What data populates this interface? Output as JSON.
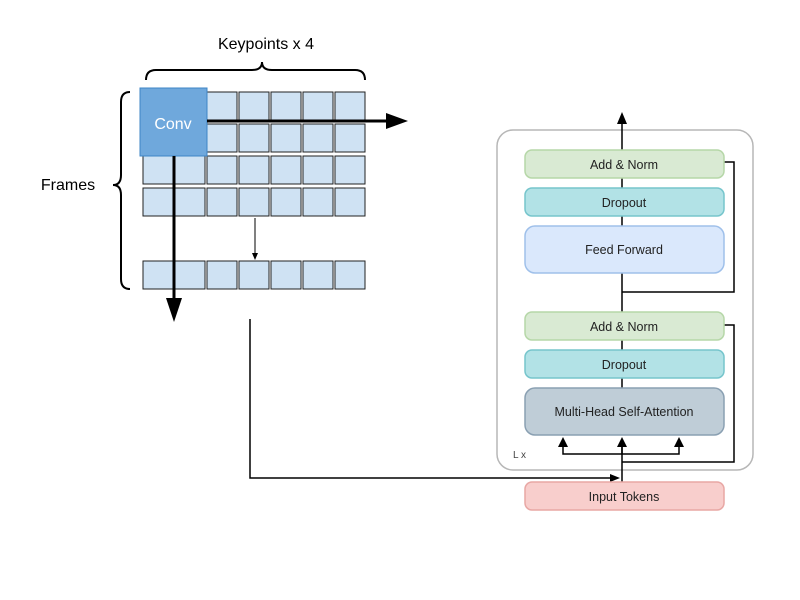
{
  "left_panel": {
    "keypoints_label": "Keypoints x 4",
    "frames_label": "Frames",
    "conv_label": "Conv"
  },
  "transformer": {
    "blocks": {
      "add_norm_top": "Add & Norm",
      "dropout_top": "Dropout",
      "feed_forward": "Feed Forward",
      "add_norm_bottom": "Add & Norm",
      "dropout_bottom": "Dropout",
      "multi_head_attention": "Multi-Head Self-Attention",
      "input_tokens": "Input Tokens"
    },
    "repeat_label": "L x"
  },
  "colors": {
    "grid_cell": "#cfe2f3",
    "conv": "#6fa8dc",
    "add_norm": "#d9ead3",
    "add_norm_border": "#b6d7a8",
    "dropout": "#b2e2e6",
    "dropout_border": "#76c5cc",
    "feed_forward": "#dae8fc",
    "feed_forward_border": "#9fc0ea",
    "attention": "#bfcdd7",
    "attention_border": "#8aa0b2",
    "input_tokens": "#f8cecc",
    "input_tokens_border": "#e8a7a4"
  }
}
